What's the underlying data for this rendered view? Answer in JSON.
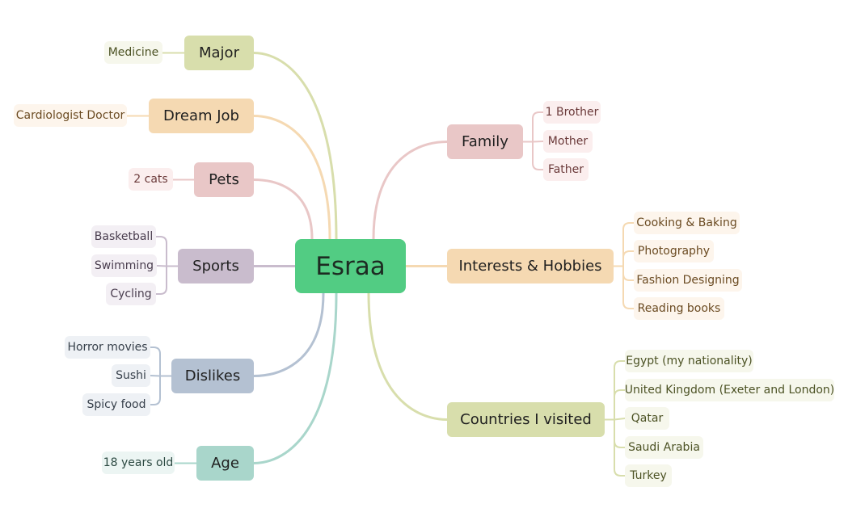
{
  "central": {
    "label": "Esraa",
    "color": "#52cc83"
  },
  "branches": [
    {
      "key": "major",
      "label": "Major",
      "color": "#d8deac",
      "line": "#d8deac",
      "leafBg": "#f6f7ec",
      "leafText": "#4c5224",
      "leaves": [
        "Medicine"
      ]
    },
    {
      "key": "dream-job",
      "label": "Dream Job",
      "color": "#f5d9b2",
      "line": "#f5d9b2",
      "leafBg": "#fdf5ec",
      "leafText": "#6b4b22",
      "leaves": [
        "Cardiologist Doctor"
      ]
    },
    {
      "key": "pets",
      "label": "Pets",
      "color": "#e9c7c7",
      "line": "#e9c7c7",
      "leafBg": "#fbeeee",
      "leafText": "#6b3a3a",
      "leaves": [
        "2 cats"
      ]
    },
    {
      "key": "sports",
      "label": "Sports",
      "color": "#c9bccd",
      "line": "#c9bccd",
      "leafBg": "#f3eff4",
      "leafText": "#4a3e4f",
      "leaves": [
        "Basketball",
        "Swimming",
        "Cycling"
      ]
    },
    {
      "key": "dislikes",
      "label": "Dislikes",
      "color": "#b4c1d2",
      "line": "#b4c1d2",
      "leafBg": "#eef1f5",
      "leafText": "#37404b",
      "leaves": [
        "Horror movies",
        "Sushi",
        "Spicy food"
      ]
    },
    {
      "key": "age",
      "label": "Age",
      "color": "#a9d6cb",
      "line": "#a9d6cb",
      "leafBg": "#ecf5f3",
      "leafText": "#2d4a43",
      "leaves": [
        "18 years old"
      ]
    },
    {
      "key": "family",
      "label": "Family",
      "color": "#e9c7c7",
      "line": "#e9c7c7",
      "leafBg": "#fbeeee",
      "leafText": "#6b3a3a",
      "leaves": [
        "1 Brother",
        "Mother",
        "Father"
      ]
    },
    {
      "key": "interests",
      "label": "Interests & Hobbies",
      "color": "#f5d9b2",
      "line": "#f5d9b2",
      "leafBg": "#fdf5ec",
      "leafText": "#6b4b22",
      "leaves": [
        "Cooking & Baking",
        "Photography",
        "Fashion Designing",
        "Reading books"
      ]
    },
    {
      "key": "countries",
      "label": "Countries I visited",
      "color": "#d8deac",
      "line": "#d8deac",
      "leafBg": "#f6f7ec",
      "leafText": "#4c5224",
      "leaves": [
        "Egypt (my nationality)",
        "United Kingdom (Exeter and London)",
        "Qatar",
        "Saudi Arabia",
        "Turkey"
      ]
    }
  ]
}
